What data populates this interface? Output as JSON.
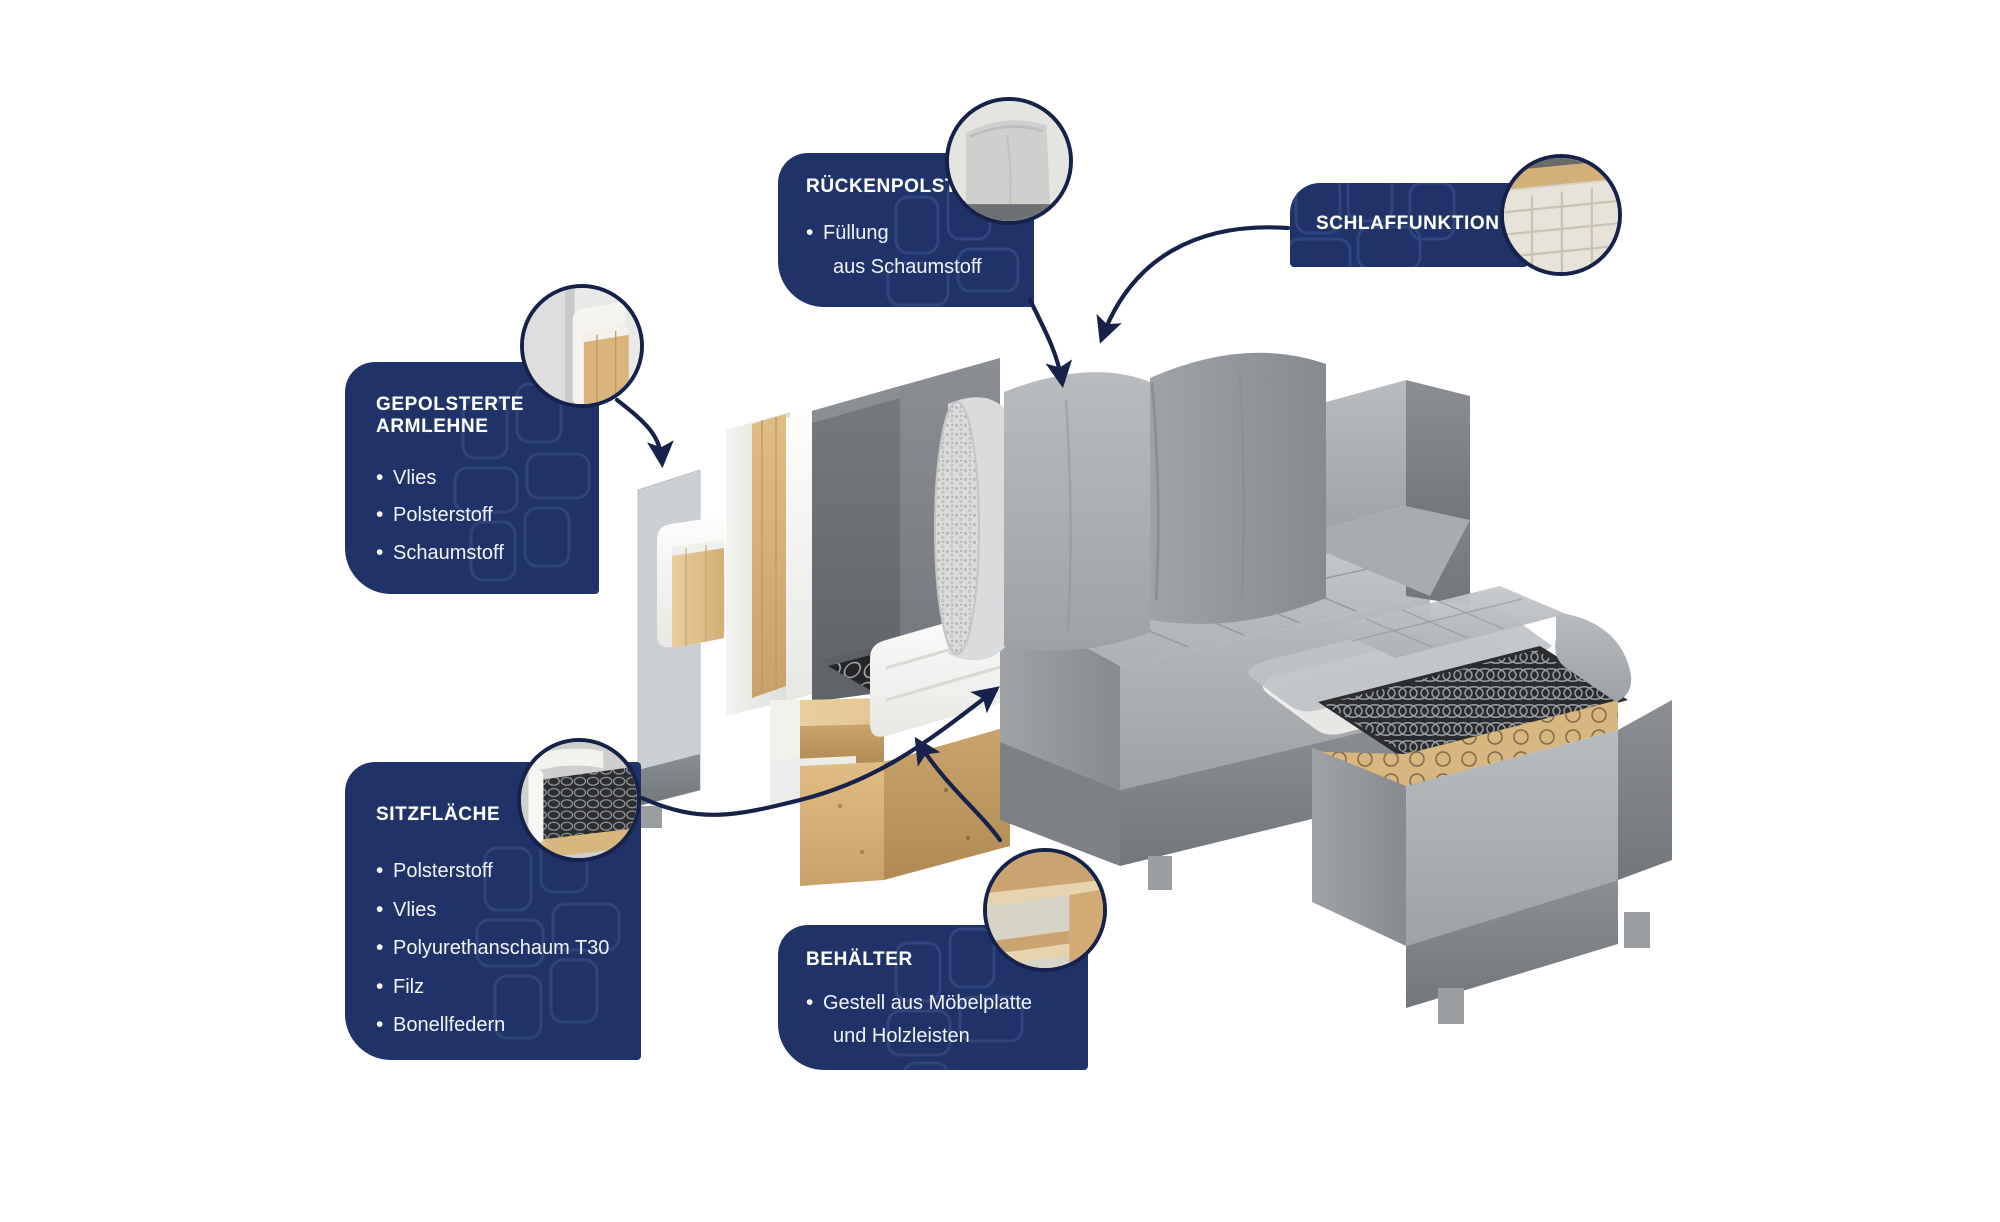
{
  "graphic": {
    "kind": "product-cutaway-infographic",
    "subject": "Ecksofa mit Schlaffunktion und Bettkasten",
    "language": "de",
    "background_color": "#ffffff"
  },
  "theme": {
    "card_fill": "#1f3368",
    "card_text": "#ffffff",
    "connector_color": "#16224a",
    "thumb_border": "#16224a",
    "watermark_stroke": "#3d548a"
  },
  "callouts": [
    {
      "id": "armrest",
      "title": "GEPOLSTERTE\nARMLEHNE",
      "title_line1": "GEPOLSTERTE",
      "title_line2": "ARMLEHNE",
      "bullets": [
        "Vlies",
        "Polsterstoff",
        "Schaumstoff"
      ],
      "thumbnail_name": "armrest-cutaway-thumbnail",
      "thumbnail_alt": "Nahaufnahme Holzkern der Armlehne"
    },
    {
      "id": "backrest",
      "title": "RÜCKENPOLSTER",
      "bullets": [
        "Füllung",
        "aus Schaumstoff"
      ],
      "thumbnail_name": "backrest-cushion-thumbnail",
      "thumbnail_alt": "Nahaufnahme Rückenkissen"
    },
    {
      "id": "sleep",
      "title": "SCHLAFFUNKTION",
      "bullets": [],
      "thumbnail_name": "sleep-function-thumbnail",
      "thumbnail_alt": "Nahaufnahme ausgeklappte Liegefläche"
    },
    {
      "id": "seat",
      "title": "SITZFLÄCHE",
      "bullets": [
        "Polsterstoff",
        "Vlies",
        "Polyurethanschaum T30",
        "Filz",
        "Bonellfedern"
      ],
      "thumbnail_name": "seat-springs-thumbnail",
      "thumbnail_alt": "Nahaufnahme Bonellfederkern"
    },
    {
      "id": "container",
      "title": "BEHÄLTER",
      "bullets": [
        "Gestell aus Möbelplatte",
        "und Holzleisten"
      ],
      "thumbnail_name": "storage-box-thumbnail",
      "thumbnail_alt": "Nahaufnahme Bettkasten aus Möbelplatte"
    }
  ],
  "product": {
    "name": "Ecksofa Schnittdarstellung",
    "materials_visible": [
      "Polsterstoff grau",
      "Schaumstoff weiß",
      "Möbelplatte / Holzleisten",
      "Filz dunkelgrau",
      "Bonellfederkern"
    ]
  }
}
